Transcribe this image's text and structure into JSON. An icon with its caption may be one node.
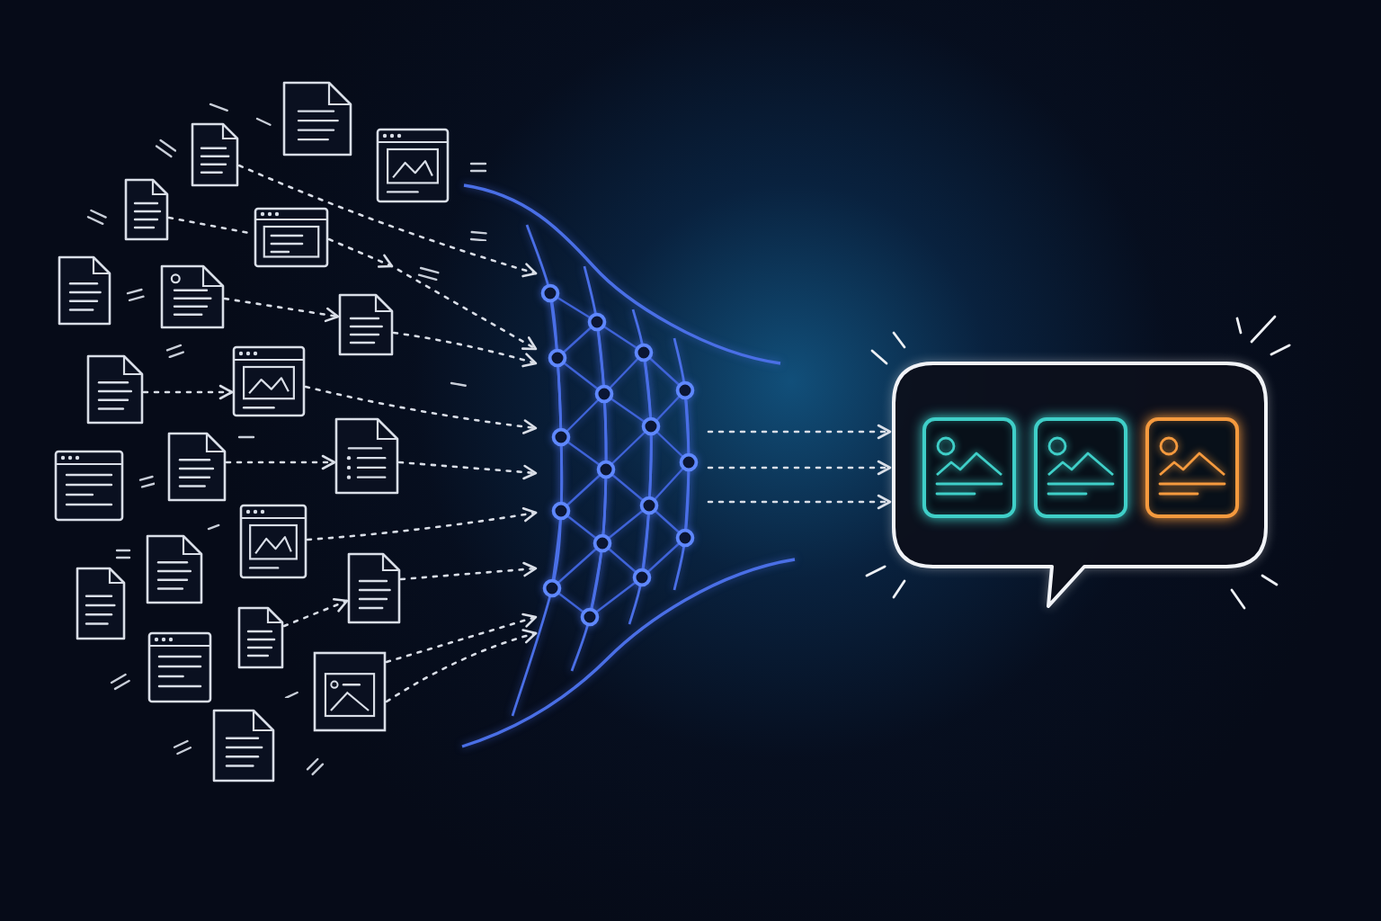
{
  "diagram": {
    "nodes": [
      {
        "text": [],
        "shape": "document"
      },
      {
        "text": [],
        "shape": "window"
      },
      {
        "text": [],
        "shape": "document"
      },
      {
        "text": [],
        "shape": "document"
      },
      {
        "text": [],
        "shape": "window"
      },
      {
        "text": [],
        "shape": "document"
      },
      {
        "text": [],
        "shape": "document"
      },
      {
        "text": [],
        "shape": "document"
      },
      {
        "text": [],
        "shape": "document"
      },
      {
        "text": [],
        "shape": "window"
      },
      {
        "text": [],
        "shape": "window"
      },
      {
        "text": [],
        "shape": "document"
      },
      {
        "text": [],
        "shape": "document"
      },
      {
        "text": [],
        "shape": "window"
      },
      {
        "text": [],
        "shape": "document"
      },
      {
        "text": [],
        "shape": "document"
      },
      {
        "text": [],
        "shape": "document"
      },
      {
        "text": [],
        "shape": "document"
      },
      {
        "text": [],
        "shape": "window"
      },
      {
        "text": [],
        "shape": "picture"
      },
      {
        "text": [],
        "shape": "document"
      },
      {
        "text": [],
        "shape": "network"
      },
      {
        "text": [],
        "shape": "bubble"
      },
      {
        "text": [],
        "shape": "picture",
        "in": 22
      },
      {
        "text": [],
        "shape": "picture",
        "in": 22
      },
      {
        "text": [],
        "shape": "picture",
        "in": 22
      }
    ],
    "edges": [
      {
        "from": 3,
        "to": 4,
        "arrow": "none",
        "style": "dashed"
      },
      {
        "from": 2,
        "to": 21,
        "arrow": "to",
        "style": "dashed"
      },
      {
        "from": 4,
        "to": 21,
        "arrow": "to",
        "style": "dashed"
      },
      {
        "from": 6,
        "to": 7,
        "arrow": "to",
        "style": "dashed"
      },
      {
        "from": 7,
        "to": 21,
        "arrow": "to",
        "style": "dashed"
      },
      {
        "from": 8,
        "to": 9,
        "arrow": "to",
        "style": "dashed"
      },
      {
        "from": 9,
        "to": 21,
        "arrow": "to",
        "style": "dashed"
      },
      {
        "from": 11,
        "to": 12,
        "arrow": "to",
        "style": "dashed"
      },
      {
        "from": 12,
        "to": 21,
        "arrow": "to",
        "style": "dashed"
      },
      {
        "from": 13,
        "to": 21,
        "arrow": "to",
        "style": "dashed"
      },
      {
        "from": 17,
        "to": 16,
        "arrow": "to",
        "style": "dashed"
      },
      {
        "from": 16,
        "to": 21,
        "arrow": "to",
        "style": "dashed"
      },
      {
        "from": 19,
        "to": 21,
        "arrow": "to",
        "style": "dashed"
      },
      {
        "from": 19,
        "to": 21,
        "arrow": "to",
        "style": "dashed"
      },
      {
        "from": 21,
        "to": 22,
        "arrow": "to",
        "style": "dashed"
      },
      {
        "from": 21,
        "to": 22,
        "arrow": "to",
        "style": "dashed"
      },
      {
        "from": 21,
        "to": 22,
        "arrow": "to",
        "style": "dashed"
      }
    ]
  }
}
